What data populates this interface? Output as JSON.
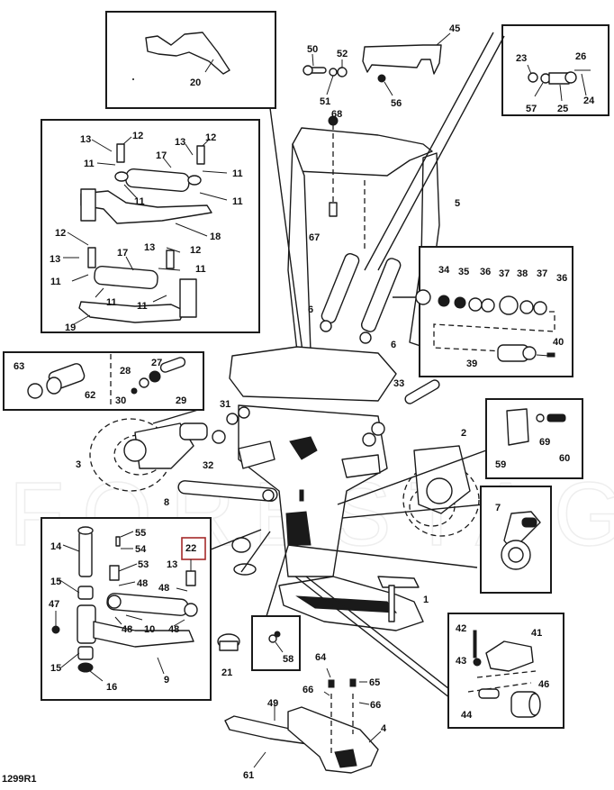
{
  "diagram": {
    "title": "Exploded parts diagram - front axle / frame assembly",
    "drawing_id": "1299R1",
    "watermark": "FORESTAGRI",
    "highlight_color": "#a52a2a",
    "highlighted_callout": "22",
    "callouts": {
      "c1": "1",
      "c2": "2",
      "c3": "3",
      "c4": "4",
      "c5": "5",
      "c6a": "6",
      "c6b": "6",
      "c7": "7",
      "c8": "8",
      "c9": "9",
      "c10": "10",
      "c11a": "11",
      "c11b": "11",
      "c11c": "11",
      "c11d": "11",
      "c11e": "11",
      "c11f": "11",
      "c11g": "11",
      "c11h": "11",
      "c12a": "12",
      "c12b": "12",
      "c12c": "12",
      "c12d": "12",
      "c13a": "13",
      "c13b": "13",
      "c13c": "13",
      "c13d": "13",
      "c13e": "13",
      "c14": "14",
      "c15a": "15",
      "c15b": "15",
      "c16": "16",
      "c17a": "17",
      "c17b": "17",
      "c18": "18",
      "c19": "19",
      "c20": "20",
      "c21": "21",
      "c22": "22",
      "c23": "23",
      "c24": "24",
      "c25": "25",
      "c26": "26",
      "c27": "27",
      "c28": "28",
      "c29": "29",
      "c30": "30",
      "c31": "31",
      "c32": "32",
      "c33": "33",
      "c34": "34",
      "c35": "35",
      "c36a": "36",
      "c36b": "36",
      "c37a": "37",
      "c37b": "37",
      "c38": "38",
      "c39": "39",
      "c40": "40",
      "c41": "41",
      "c42": "42",
      "c43": "43",
      "c44": "44",
      "c45": "45",
      "c46": "46",
      "c47": "47",
      "c48a": "48",
      "c48b": "48",
      "c48c": "48",
      "c48d": "48",
      "c49": "49",
      "c50": "50",
      "c51": "51",
      "c52": "52",
      "c53": "53",
      "c54": "54",
      "c55": "55",
      "c56": "56",
      "c57": "57",
      "c58": "58",
      "c59": "59",
      "c60": "60",
      "c61": "61",
      "c62": "62",
      "c63": "63",
      "c64": "64",
      "c65": "65",
      "c66a": "66",
      "c66b": "66",
      "c67": "67",
      "c68": "68",
      "c69": "69"
    }
  }
}
